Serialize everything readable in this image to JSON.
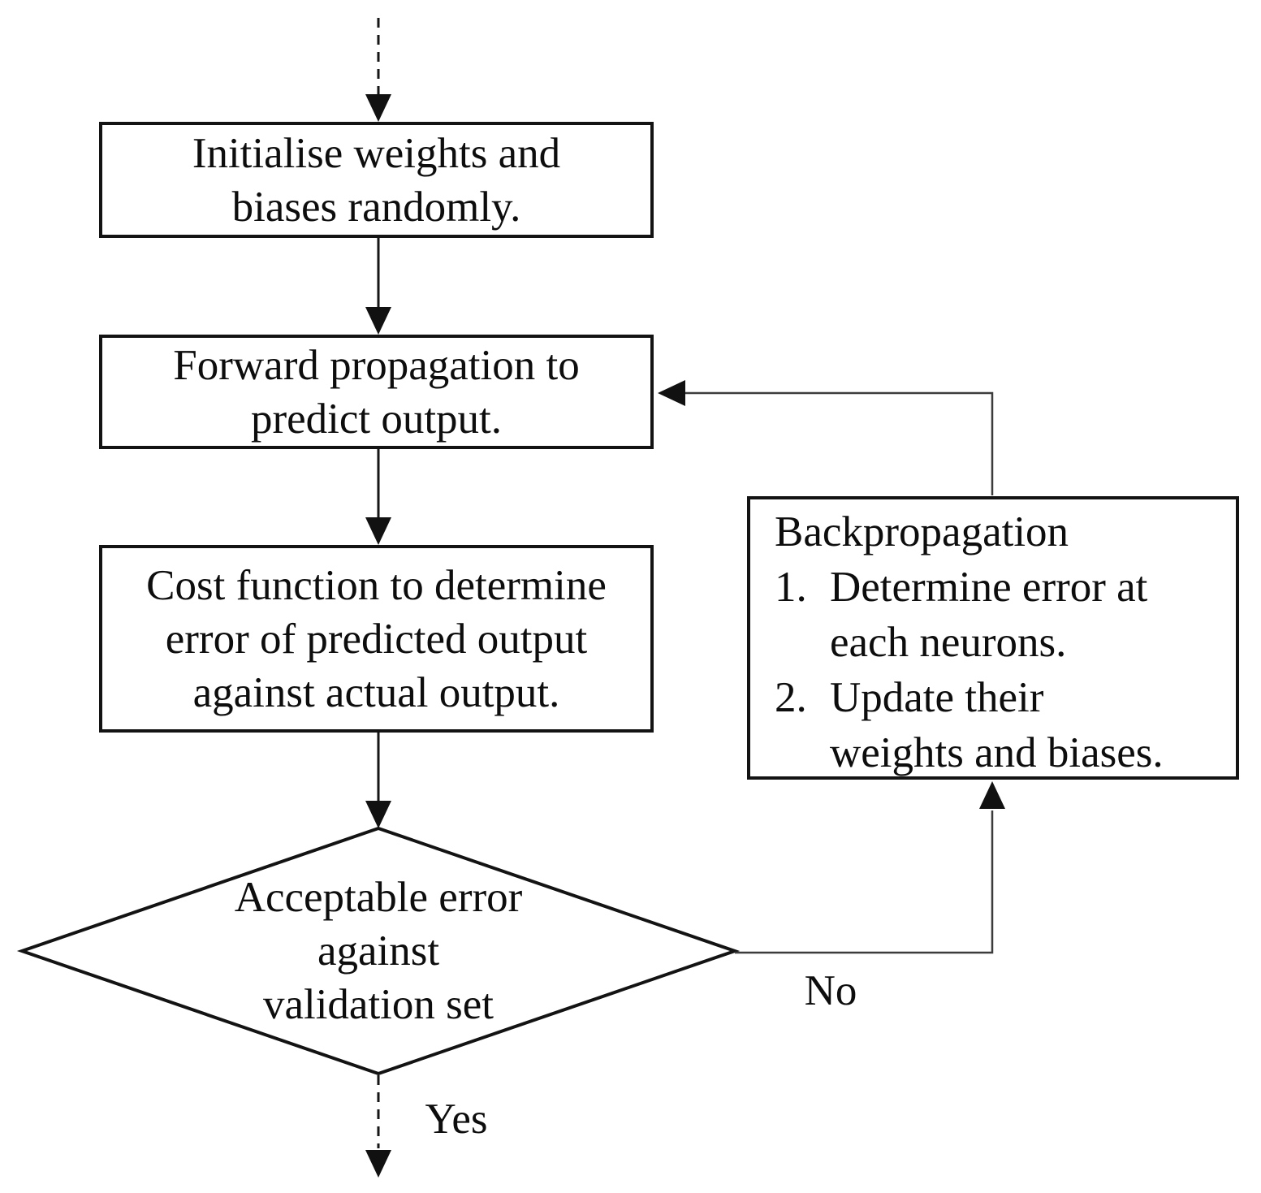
{
  "flowchart": {
    "nodes": {
      "initialise": {
        "lines": [
          "Initialise weights and",
          "biases randomly."
        ]
      },
      "forward": {
        "lines": [
          "Forward propagation to",
          "predict output."
        ]
      },
      "cost": {
        "lines": [
          "Cost function to determine",
          "error of predicted output",
          "against actual output."
        ]
      },
      "decision": {
        "lines": [
          "Acceptable error",
          "against",
          "validation set"
        ]
      },
      "backpropagation": {
        "title": "Backpropagation",
        "items": [
          {
            "number": "1.",
            "lines": [
              "Determine error at",
              "each neurons."
            ]
          },
          {
            "number": "2.",
            "lines": [
              "Update their",
              "weights and biases."
            ]
          }
        ]
      }
    },
    "edge_labels": {
      "no": "No",
      "yes": "Yes"
    },
    "colors": {
      "stroke": "#131313",
      "background": "#ffffff"
    }
  }
}
